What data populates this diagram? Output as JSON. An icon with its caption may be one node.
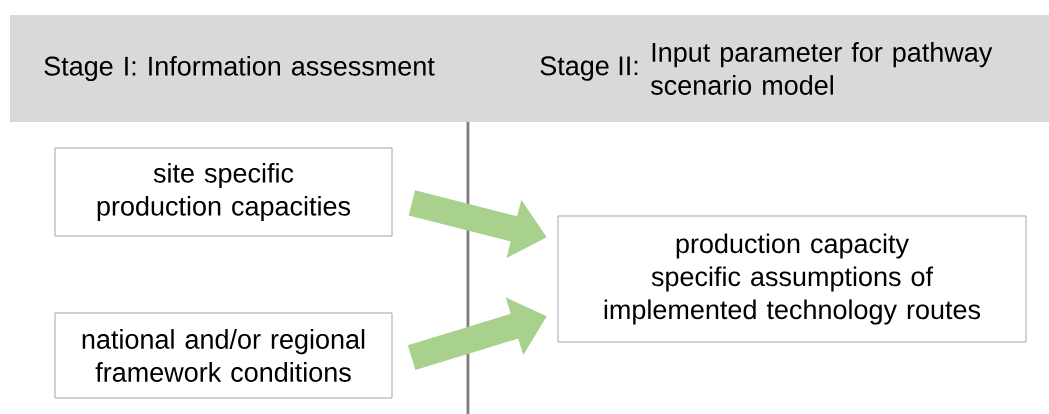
{
  "diagram": {
    "nodes": [
      {
        "text": [
          "Stage I: Information assessment"
        ]
      },
      {
        "text": [
          "Stage II:",
          "Input parameter for pathway scenario model"
        ]
      },
      {
        "text": [
          "site specific production capacities"
        ]
      },
      {
        "text": [
          "national and/or regional framework conditions"
        ]
      },
      {
        "text": [
          "production capacity specific assumptions of implemented technology routes"
        ]
      }
    ],
    "edges": [
      {
        "from": 2,
        "to": 4,
        "arrow": "to"
      },
      {
        "from": 3,
        "to": 4,
        "arrow": "to"
      }
    ]
  }
}
